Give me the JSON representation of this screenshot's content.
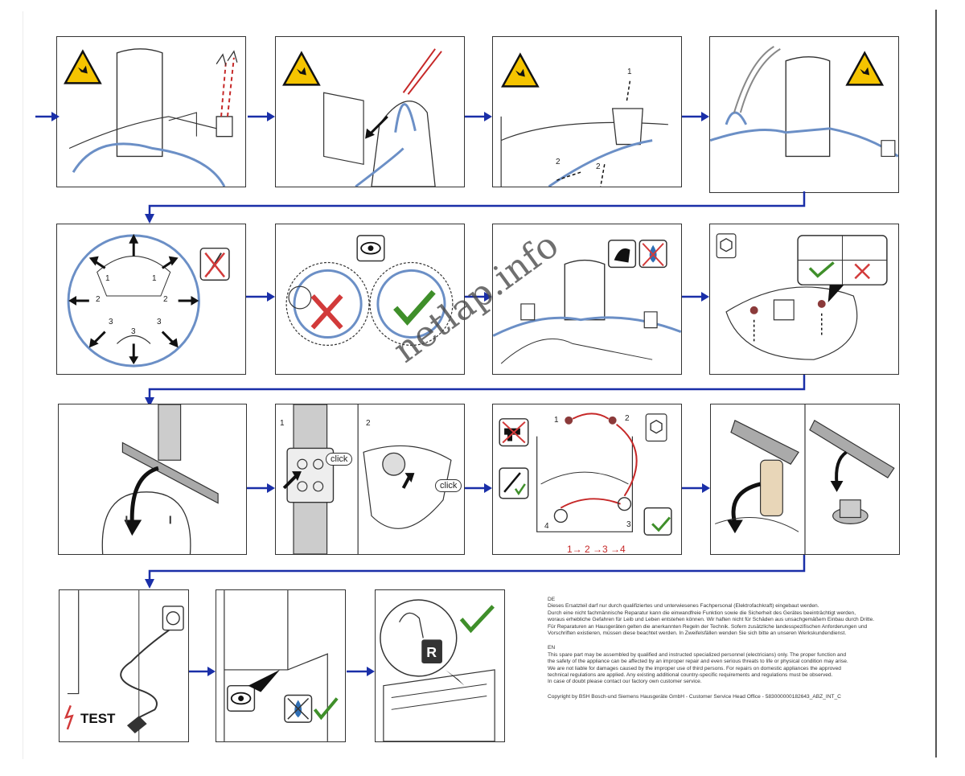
{
  "panels": {
    "p7_labels": [
      "1",
      "2",
      "3",
      "1",
      "2",
      "3",
      "3"
    ],
    "p10_click": "click",
    "p10_steps": [
      "1",
      "2"
    ],
    "p10_click2": "click",
    "p11_steps": [
      "1",
      "2",
      "3",
      "4"
    ],
    "p11_sequence": "1→ 2 →3 →4",
    "p1_steps": [
      "1",
      "2",
      "2"
    ],
    "p16_test": "TEST"
  },
  "text": {
    "de_heading": "DE",
    "de_lines": [
      "Dieses Ersatzteil darf nur durch qualifiziertes und unterwiesenes Fachpersonal (Elektrofachkraft) eingebaut werden.",
      "Durch eine nicht fachmännische Reparatur kann die einwandfreie Funktion sowie die Sicherheit des Gerätes beeinträchtigt werden,",
      "woraus erhebliche Gefahren für Leib und Leben entstehen können. Wir haften nicht für Schäden aus unsachgemäßem Einbau durch Dritte.",
      "Für Reparaturen an Hausgeräten gelten die anerkannten Regeln der Technik. Sofern zusätzliche landesspezifischen Anforderungen und",
      "Vorschriften existieren, müssen diese beachtet werden. In Zweifelsfällen wenden Sie sich bitte an unseren Werkskundendienst."
    ],
    "en_heading": "EN",
    "en_lines": [
      "This spare part may be assembled by qualified and instructed specialized personnel (electricians) only. The proper function and",
      "the safety of the appliance can be affected by an improper repair and even serious threats to life or physical condition may arise.",
      "We are not liable for damages caused by the improper use of third persons. For repairs on domestic appliances the approved",
      "technical regulations are applied. Any existing additional country-specific requirements and regulations must be observed.",
      "In case of doubt please contact our factory own customer service."
    ],
    "copyright": "Copyright by BSH Bosch-und Siemens Hausgeräte GmbH - Customer Service Head Office - 583000000182643_ABZ_INT_C"
  },
  "watermark": "netlap.info",
  "colors": {
    "flow_arrow": "#1a2fa8",
    "warning_yellow": "#f5c400",
    "check_green": "#3f8f2a",
    "cross_red": "#d23a3a",
    "part_blue": "#6b8fc6"
  }
}
